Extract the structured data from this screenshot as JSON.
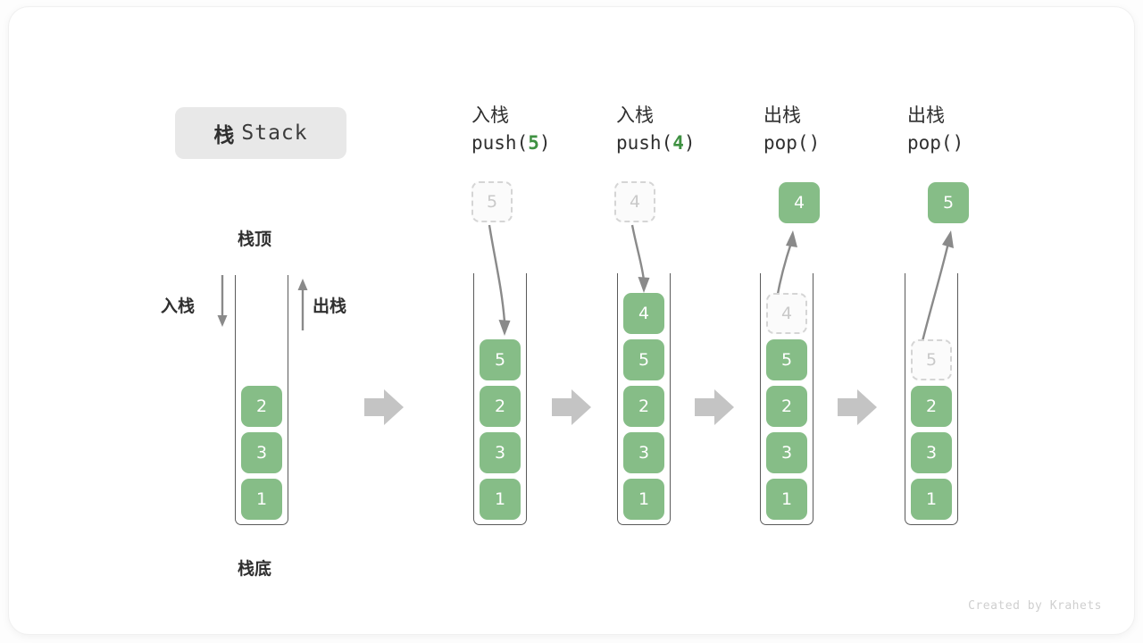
{
  "title": {
    "cn": "栈",
    "en": "Stack"
  },
  "labels": {
    "top": "栈顶",
    "bottom": "栈底",
    "push_side": "入栈",
    "pop_side": "出栈"
  },
  "footer": "Created by Krahets",
  "colors": {
    "cell_green": "#86bd87",
    "accent_green": "#3f9142",
    "ghost_border": "#d5d5d5",
    "arrow_gray": "#8a8a8a",
    "block_arrow_gray": "#c4c4c4",
    "badge_gray": "#e8e8e8",
    "text_dark": "#2f2f2f"
  },
  "stages": [
    {
      "id": "initial",
      "head_line1": "",
      "head_line2": "",
      "head_num": "",
      "floating": null,
      "ghost_in_stack": null,
      "cells": [
        "2",
        "3",
        "1"
      ]
    },
    {
      "id": "push5",
      "head_line1": "入栈",
      "head_line2_pre": "push(",
      "head_num": "5",
      "head_line2_post": ")",
      "floating": {
        "value": "5",
        "style": "ghost"
      },
      "ghost_in_stack": null,
      "cells": [
        "5",
        "2",
        "3",
        "1"
      ]
    },
    {
      "id": "push4",
      "head_line1": "入栈",
      "head_line2_pre": "push(",
      "head_num": "4",
      "head_line2_post": ")",
      "floating": {
        "value": "4",
        "style": "ghost"
      },
      "ghost_in_stack": null,
      "cells": [
        "4",
        "5",
        "2",
        "3",
        "1"
      ]
    },
    {
      "id": "pop1",
      "head_line1": "出栈",
      "head_line2_pre": "pop(",
      "head_num": "",
      "head_line2_post": ")",
      "floating": {
        "value": "4",
        "style": "solid"
      },
      "ghost_in_stack": "4",
      "cells": [
        "5",
        "2",
        "3",
        "1"
      ]
    },
    {
      "id": "pop2",
      "head_line1": "出栈",
      "head_line2_pre": "pop(",
      "head_num": "",
      "head_line2_post": ")",
      "floating": {
        "value": "5",
        "style": "solid"
      },
      "ghost_in_stack": "5",
      "cells": [
        "2",
        "3",
        "1"
      ]
    }
  ]
}
